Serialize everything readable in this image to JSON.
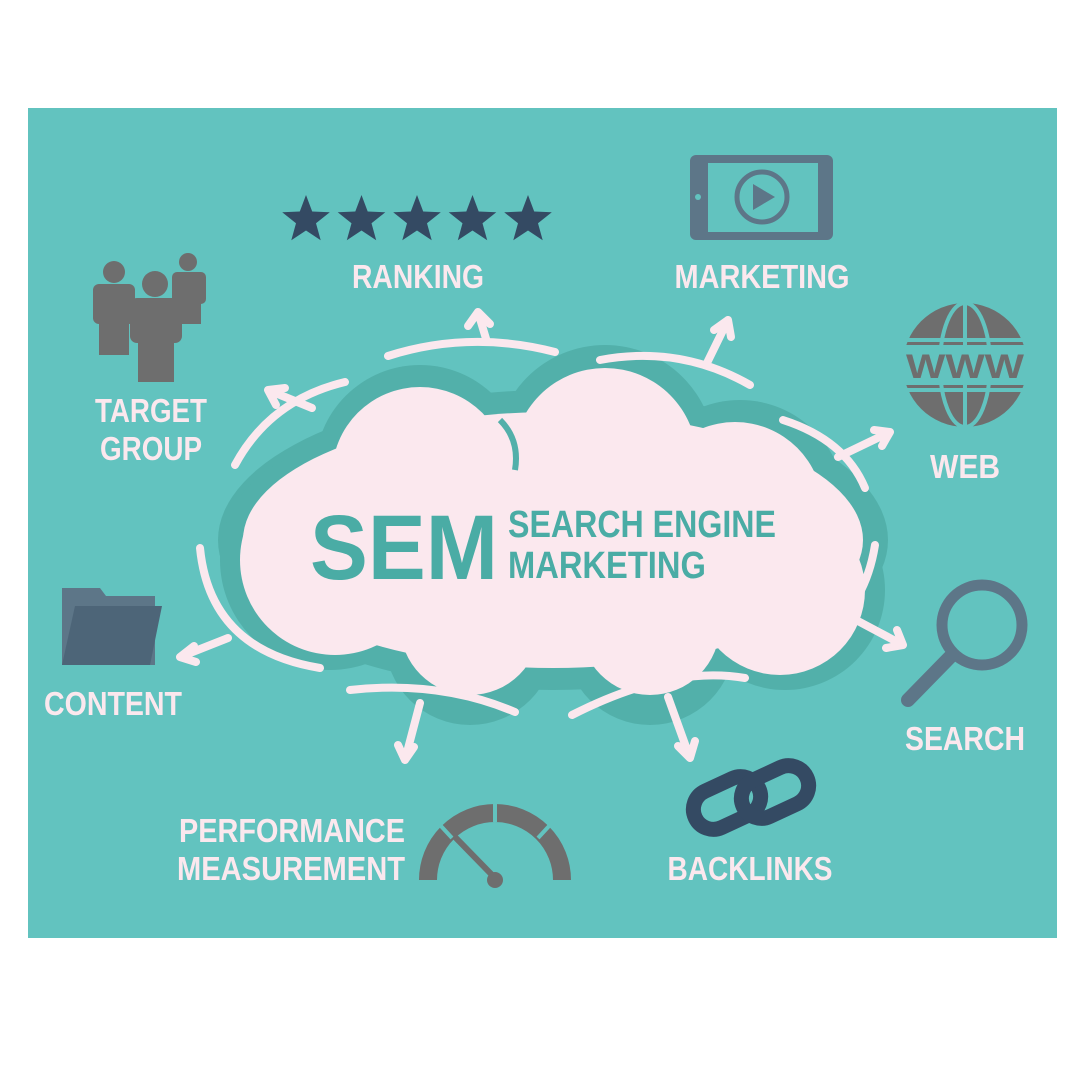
{
  "center": {
    "acronym": "SEM",
    "line1": "SEARCH ENGINE",
    "line2": "MARKETING"
  },
  "labels": {
    "ranking": "RANKING",
    "marketing": "MARKETING",
    "target_group_1": "TARGET",
    "target_group_2": "GROUP",
    "web": "WEB",
    "globe_text": "WWW",
    "content": "CONTENT",
    "search": "SEARCH",
    "performance_1": "PERFORMANCE",
    "performance_2": "MEASUREMENT",
    "backlinks": "BACKLINKS"
  },
  "rating": {
    "stars": 5,
    "max": 5
  },
  "colors": {
    "background": "#62c3bf",
    "cloud": "#fbe8ee",
    "cloud_shadow": "#52b0aa",
    "accent_text": "#4aaca5",
    "star": "#344a63",
    "icon_gray": "#6e6e6e",
    "icon_slate": "#5d7688"
  }
}
